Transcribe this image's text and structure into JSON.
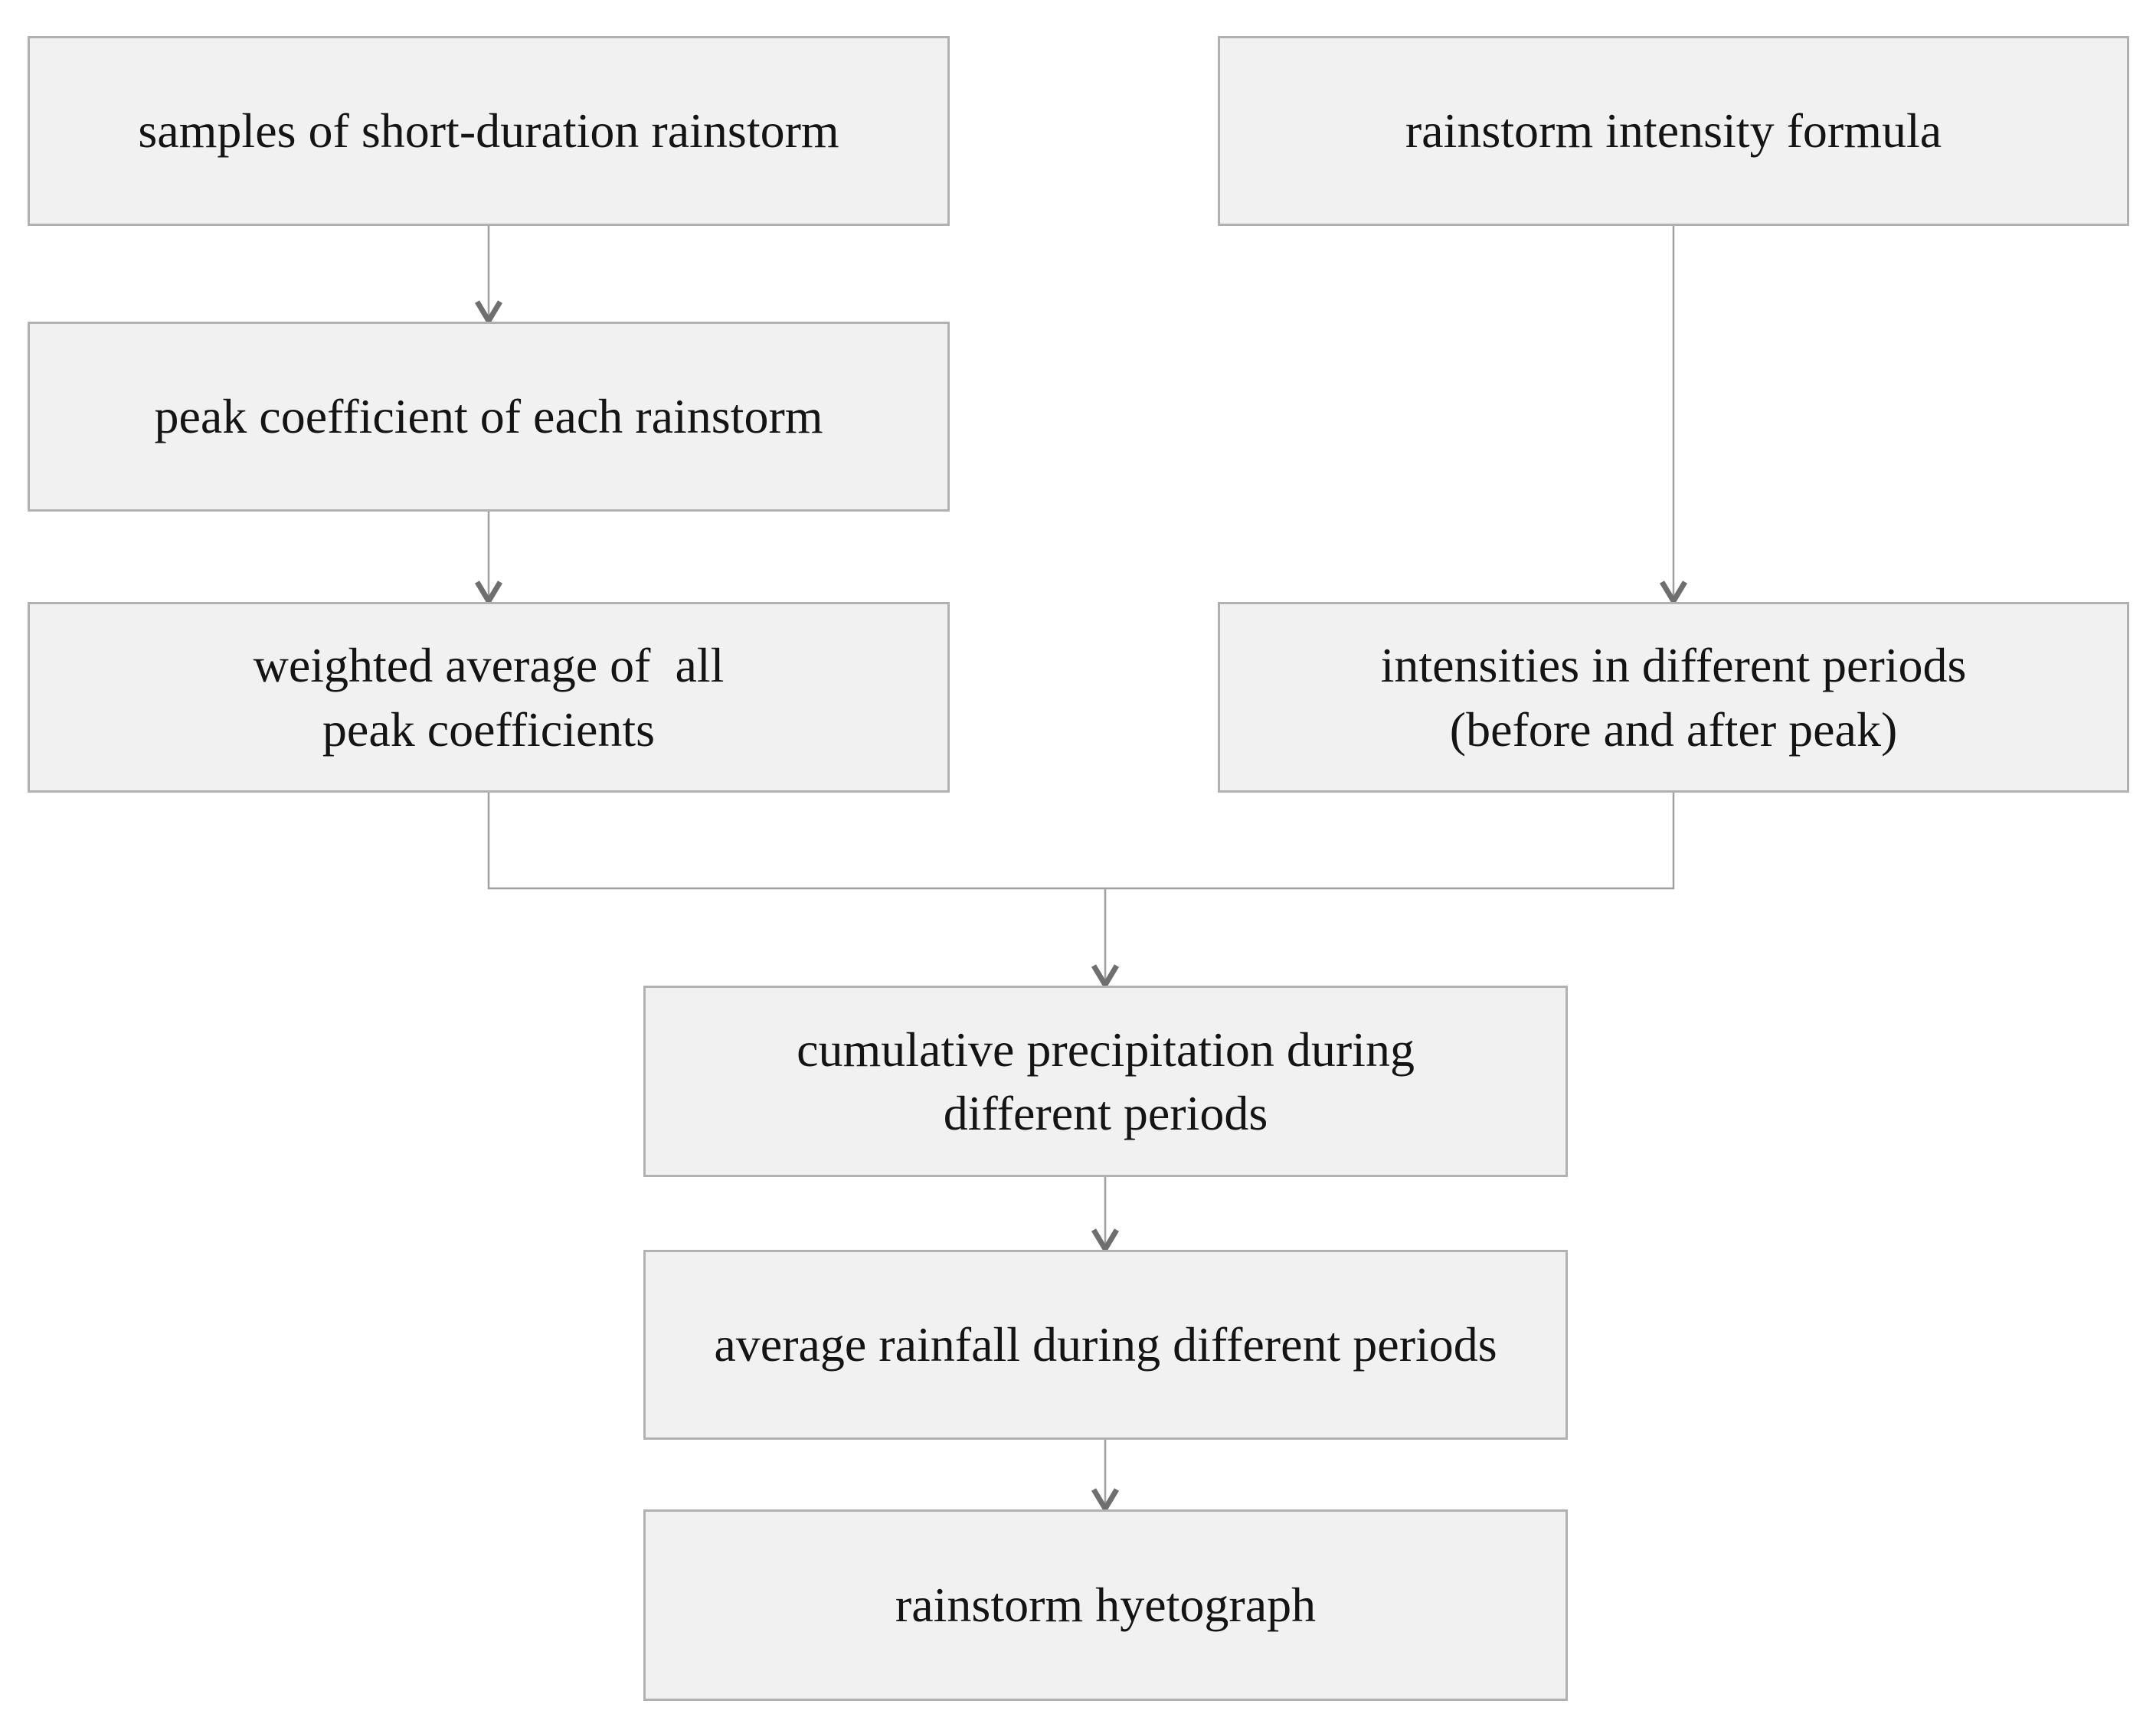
{
  "diagram": {
    "type": "flowchart",
    "colors": {
      "page_bg": "#ffffff",
      "box_fill": "#f1f1f1",
      "box_border": "#b1b1b1",
      "line_color": "#a0a0a0",
      "arrowhead_color": "#6f6f6f",
      "text_color": "#141414"
    },
    "nodes": [
      {
        "id": "samples",
        "text": "samples of short-duration rainstorm"
      },
      {
        "id": "formula",
        "text": "rainstorm intensity formula"
      },
      {
        "id": "peak_coefficient",
        "text": "peak coefficient of each rainstorm"
      },
      {
        "id": "weighted_average",
        "text": "weighted average of  all\npeak coefficients"
      },
      {
        "id": "intensities",
        "text": "intensities in different periods\n(before and after peak)"
      },
      {
        "id": "cumulative",
        "text": "cumulative precipitation during\ndifferent periods"
      },
      {
        "id": "average_rainfall",
        "text": "average rainfall during different periods"
      },
      {
        "id": "hyetograph",
        "text": "rainstorm hyetograph"
      }
    ],
    "edges": [
      {
        "from": "samples",
        "to": "peak_coefficient"
      },
      {
        "from": "peak_coefficient",
        "to": "weighted_average"
      },
      {
        "from": "formula",
        "to": "intensities"
      },
      {
        "from": "weighted_average",
        "to": "cumulative"
      },
      {
        "from": "intensities",
        "to": "cumulative"
      },
      {
        "from": "cumulative",
        "to": "average_rainfall"
      },
      {
        "from": "average_rainfall",
        "to": "hyetograph"
      }
    ]
  }
}
